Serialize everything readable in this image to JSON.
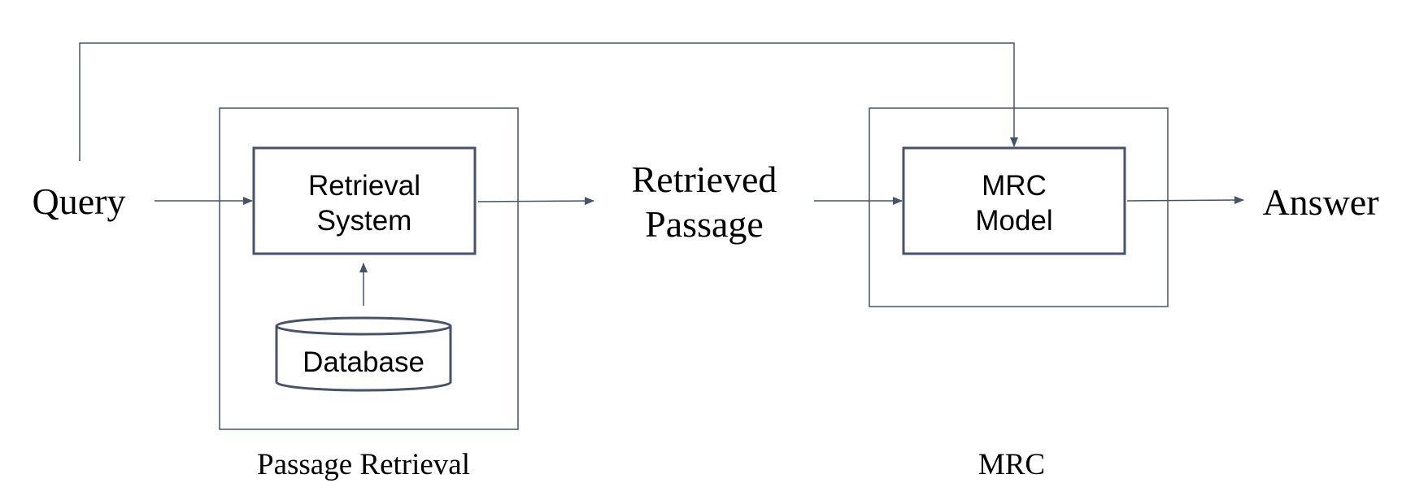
{
  "diagram": {
    "nodes": {
      "query": "Query",
      "retrieval_system": [
        "Retrieval",
        "System"
      ],
      "database": "Database",
      "retrieved_passage": [
        "Retrieved",
        "Passage"
      ],
      "mrc_model": [
        "MRC",
        "Model"
      ],
      "answer": "Answer"
    },
    "groups": {
      "passage_retrieval": "Passage Retrieval",
      "mrc": "MRC"
    },
    "edges": [
      {
        "from": "query",
        "to": "retrieval_system"
      },
      {
        "from": "database",
        "to": "retrieval_system"
      },
      {
        "from": "retrieval_system",
        "to": "retrieved_passage"
      },
      {
        "from": "retrieved_passage",
        "to": "mrc_model"
      },
      {
        "from": "query",
        "to": "mrc_model"
      },
      {
        "from": "mrc_model",
        "to": "answer"
      }
    ],
    "colors": {
      "box_stroke": "#47536a",
      "line": "#47536a",
      "group_stroke": "#47536a",
      "text": "#000000"
    }
  }
}
